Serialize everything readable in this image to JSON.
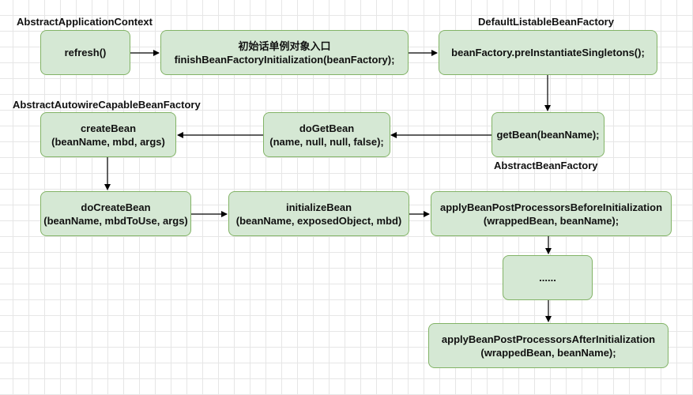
{
  "labels": {
    "abstract_application_context": "AbstractApplicationContext",
    "default_listable_bean_factory": "DefaultListableBeanFactory",
    "abstract_autowire_capable_bean_factory": "AbstractAutowireCapableBeanFactory",
    "abstract_bean_factory": "AbstractBeanFactory"
  },
  "nodes": {
    "refresh": {
      "line1": "refresh()"
    },
    "finish_init": {
      "line1": "初始话单例对象入口",
      "line2": "finishBeanFactoryInitialization(beanFactory);"
    },
    "preinstantiate": {
      "line1": "beanFactory.preInstantiateSingletons();"
    },
    "get_bean": {
      "line1": "getBean(beanName);"
    },
    "do_get_bean": {
      "line1": "doGetBean",
      "line2": "(name, null, null, false);"
    },
    "create_bean": {
      "line1": "createBean",
      "line2": "(beanName, mbd, args)"
    },
    "do_create_bean": {
      "line1": "doCreateBean",
      "line2": "(beanName, mbdToUse, args)"
    },
    "initialize_bean": {
      "line1": "initializeBean",
      "line2": "(beanName, exposedObject, mbd)"
    },
    "apply_before": {
      "line1": "applyBeanPostProcessorsBeforeInitialization",
      "line2": "(wrappedBean, beanName);"
    },
    "ellipsis": {
      "line1": "......"
    },
    "apply_after": {
      "line1": "applyBeanPostProcessorsAfterInitialization",
      "line2": "(wrappedBean, beanName);"
    }
  },
  "colors": {
    "node_fill": "#d5e8d4",
    "node_border": "#82b366",
    "arrow": "#000000"
  }
}
